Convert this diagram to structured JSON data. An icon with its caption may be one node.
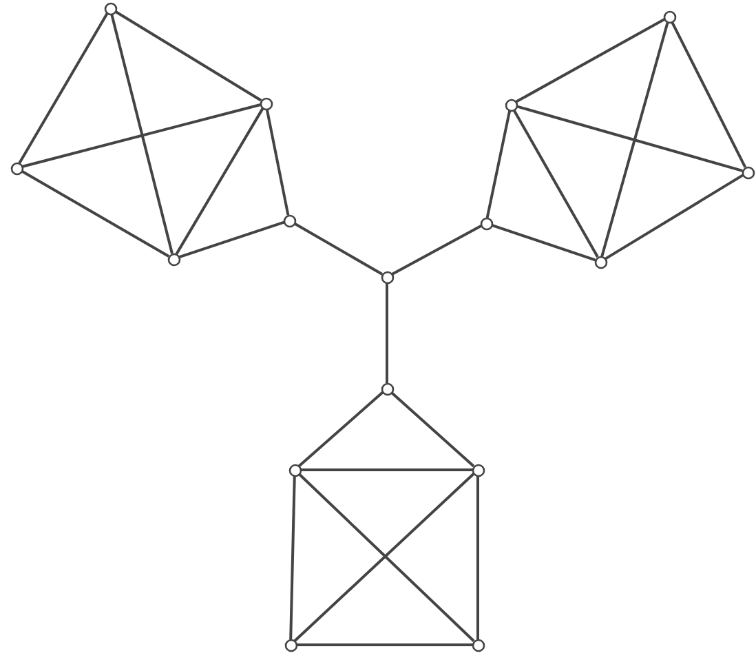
{
  "diagram": {
    "nodes": [
      {
        "text": [],
        "shape": "circle"
      },
      {
        "text": [],
        "shape": "circle"
      },
      {
        "text": [],
        "shape": "circle"
      },
      {
        "text": [],
        "shape": "circle"
      },
      {
        "text": [],
        "shape": "circle"
      },
      {
        "text": [],
        "shape": "circle"
      },
      {
        "text": [],
        "shape": "circle"
      },
      {
        "text": [],
        "shape": "circle"
      },
      {
        "text": [],
        "shape": "circle"
      },
      {
        "text": [],
        "shape": "circle"
      },
      {
        "text": [],
        "shape": "circle"
      },
      {
        "text": [],
        "shape": "circle"
      },
      {
        "text": [],
        "shape": "circle"
      },
      {
        "text": [],
        "shape": "circle"
      },
      {
        "text": [],
        "shape": "circle"
      },
      {
        "text": [],
        "shape": "circle"
      }
    ],
    "edges": [
      {
        "from": 0,
        "to": 2,
        "arrow": "none"
      },
      {
        "from": 0,
        "to": 4,
        "arrow": "none"
      },
      {
        "from": 0,
        "to": 8,
        "arrow": "none"
      },
      {
        "from": 4,
        "to": 2,
        "arrow": "none"
      },
      {
        "from": 4,
        "to": 8,
        "arrow": "none"
      },
      {
        "from": 2,
        "to": 8,
        "arrow": "none"
      },
      {
        "from": 2,
        "to": 6,
        "arrow": "none"
      },
      {
        "from": 8,
        "to": 6,
        "arrow": "none"
      },
      {
        "from": 6,
        "to": 10,
        "arrow": "none"
      },
      {
        "from": 1,
        "to": 3,
        "arrow": "none"
      },
      {
        "from": 1,
        "to": 5,
        "arrow": "none"
      },
      {
        "from": 1,
        "to": 9,
        "arrow": "none"
      },
      {
        "from": 3,
        "to": 5,
        "arrow": "none"
      },
      {
        "from": 3,
        "to": 9,
        "arrow": "none"
      },
      {
        "from": 3,
        "to": 7,
        "arrow": "none"
      },
      {
        "from": 7,
        "to": 9,
        "arrow": "none"
      },
      {
        "from": 5,
        "to": 9,
        "arrow": "none"
      },
      {
        "from": 7,
        "to": 10,
        "arrow": "none"
      },
      {
        "from": 10,
        "to": 11,
        "arrow": "none"
      },
      {
        "from": 11,
        "to": 12,
        "arrow": "none"
      },
      {
        "from": 11,
        "to": 13,
        "arrow": "none"
      },
      {
        "from": 12,
        "to": 13,
        "arrow": "none"
      },
      {
        "from": 12,
        "to": 14,
        "arrow": "none"
      },
      {
        "from": 12,
        "to": 15,
        "arrow": "none"
      },
      {
        "from": 13,
        "to": 14,
        "arrow": "none"
      },
      {
        "from": 13,
        "to": 15,
        "arrow": "none"
      },
      {
        "from": 14,
        "to": 15,
        "arrow": "none"
      }
    ]
  }
}
